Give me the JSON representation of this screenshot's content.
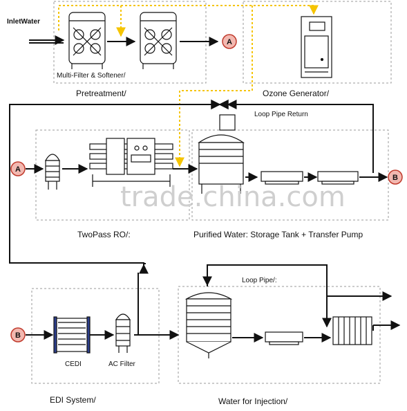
{
  "labels": {
    "inlet_water": "InletWater",
    "multi_filter": "Multi-Filter & Softener/",
    "pretreatment": "Pretreatment/",
    "ozone_generator": "Ozone  Generator/",
    "loop_pipe_return": "Loop Pipe Return",
    "two_pass_ro": "TwoPass  RO/:",
    "purified_water": "Purified Water: Storage Tank + Transfer Pump",
    "loop_pipe": "Loop Pipe/:",
    "cedi": "CEDI",
    "ac_filter": "AC Filter",
    "edi_system": "EDI System/",
    "water_for_injection": "Water for Injection/"
  },
  "connectors": {
    "a": "A",
    "b": "B"
  },
  "watermark": "trade.china.com",
  "colors": {
    "line": "#111111",
    "dashed_box": "#999999",
    "ozone_feed": "#f5c400",
    "connector_fill": "#f2b8b0",
    "connector_stroke": "#c0392b"
  }
}
